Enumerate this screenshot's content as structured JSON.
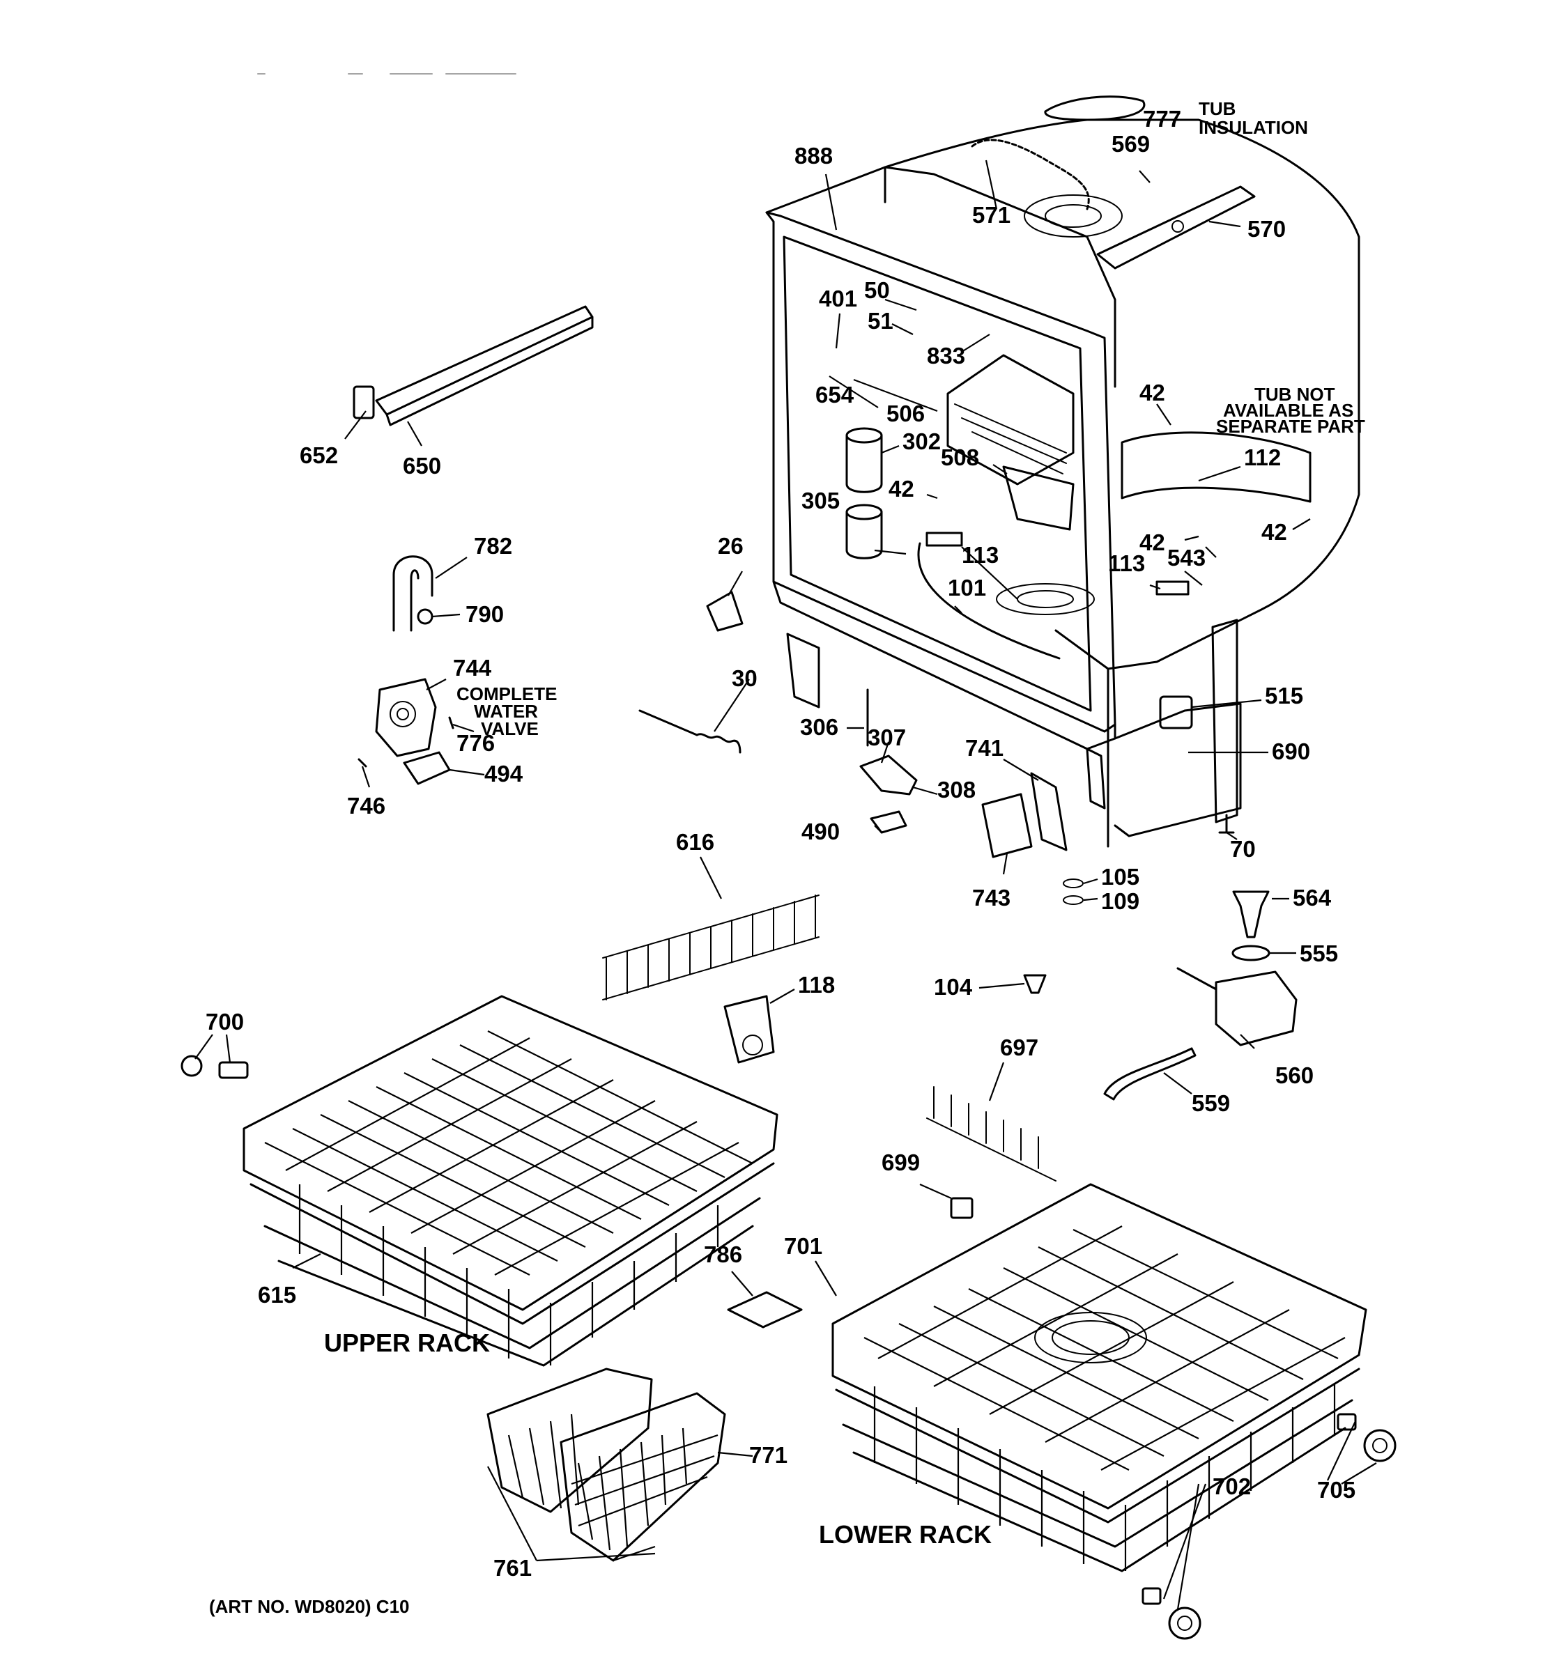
{
  "colors": {
    "ink": "#000000",
    "paper": "#ffffff"
  },
  "parts": [
    {
      "id": "p777",
      "text": "777"
    },
    {
      "id": "p569",
      "text": "569"
    },
    {
      "id": "p888",
      "text": "888"
    },
    {
      "id": "p571",
      "text": "571"
    },
    {
      "id": "p570",
      "text": "570"
    },
    {
      "id": "p401",
      "text": "401"
    },
    {
      "id": "p50",
      "text": "50"
    },
    {
      "id": "p51",
      "text": "51"
    },
    {
      "id": "p833",
      "text": "833"
    },
    {
      "id": "p654",
      "text": "654"
    },
    {
      "id": "p506",
      "text": "506"
    },
    {
      "id": "p302",
      "text": "302"
    },
    {
      "id": "p508",
      "text": "508"
    },
    {
      "id": "p42a",
      "text": "42"
    },
    {
      "id": "p42b",
      "text": "42"
    },
    {
      "id": "p42c",
      "text": "42"
    },
    {
      "id": "p42d",
      "text": "42"
    },
    {
      "id": "p112",
      "text": "112"
    },
    {
      "id": "p305",
      "text": "305"
    },
    {
      "id": "p113a",
      "text": "113"
    },
    {
      "id": "p113b",
      "text": "113"
    },
    {
      "id": "p543",
      "text": "543"
    },
    {
      "id": "p26",
      "text": "26"
    },
    {
      "id": "p101",
      "text": "101"
    },
    {
      "id": "p652",
      "text": "652"
    },
    {
      "id": "p650",
      "text": "650"
    },
    {
      "id": "p782",
      "text": "782"
    },
    {
      "id": "p790",
      "text": "790"
    },
    {
      "id": "p744",
      "text": "744"
    },
    {
      "id": "p776",
      "text": "776"
    },
    {
      "id": "p494",
      "text": "494"
    },
    {
      "id": "p746",
      "text": "746"
    },
    {
      "id": "p30",
      "text": "30"
    },
    {
      "id": "p306",
      "text": "306"
    },
    {
      "id": "p307",
      "text": "307"
    },
    {
      "id": "p308",
      "text": "308"
    },
    {
      "id": "p490",
      "text": "490"
    },
    {
      "id": "p741",
      "text": "741"
    },
    {
      "id": "p743",
      "text": "743"
    },
    {
      "id": "p515",
      "text": "515"
    },
    {
      "id": "p690",
      "text": "690"
    },
    {
      "id": "p70",
      "text": "70"
    },
    {
      "id": "p105",
      "text": "105"
    },
    {
      "id": "p109",
      "text": "109"
    },
    {
      "id": "p564",
      "text": "564"
    },
    {
      "id": "p555",
      "text": "555"
    },
    {
      "id": "p616",
      "text": "616"
    },
    {
      "id": "p118",
      "text": "118"
    },
    {
      "id": "p104",
      "text": "104"
    },
    {
      "id": "p700",
      "text": "700"
    },
    {
      "id": "p697",
      "text": "697"
    },
    {
      "id": "p560",
      "text": "560"
    },
    {
      "id": "p559",
      "text": "559"
    },
    {
      "id": "p699",
      "text": "699"
    },
    {
      "id": "p615",
      "text": "615"
    },
    {
      "id": "p786",
      "text": "786"
    },
    {
      "id": "p701",
      "text": "701"
    },
    {
      "id": "p771",
      "text": "771"
    },
    {
      "id": "p702",
      "text": "702"
    },
    {
      "id": "p705",
      "text": "705"
    },
    {
      "id": "p761",
      "text": "761"
    }
  ],
  "notes": {
    "tub_insulation_1": "TUB",
    "tub_insulation_2": "INSULATION",
    "tub_not_1": "TUB NOT",
    "tub_not_2": "AVAILABLE AS",
    "tub_not_3": "SEPARATE PART",
    "water_valve_1": "COMPLETE",
    "water_valve_2": "WATER",
    "water_valve_3": "VALVE"
  },
  "captions": {
    "upper_rack": "UPPER RACK",
    "lower_rack": "LOWER RACK"
  },
  "footer": {
    "art_no": "(ART NO. WD8020) C10"
  }
}
